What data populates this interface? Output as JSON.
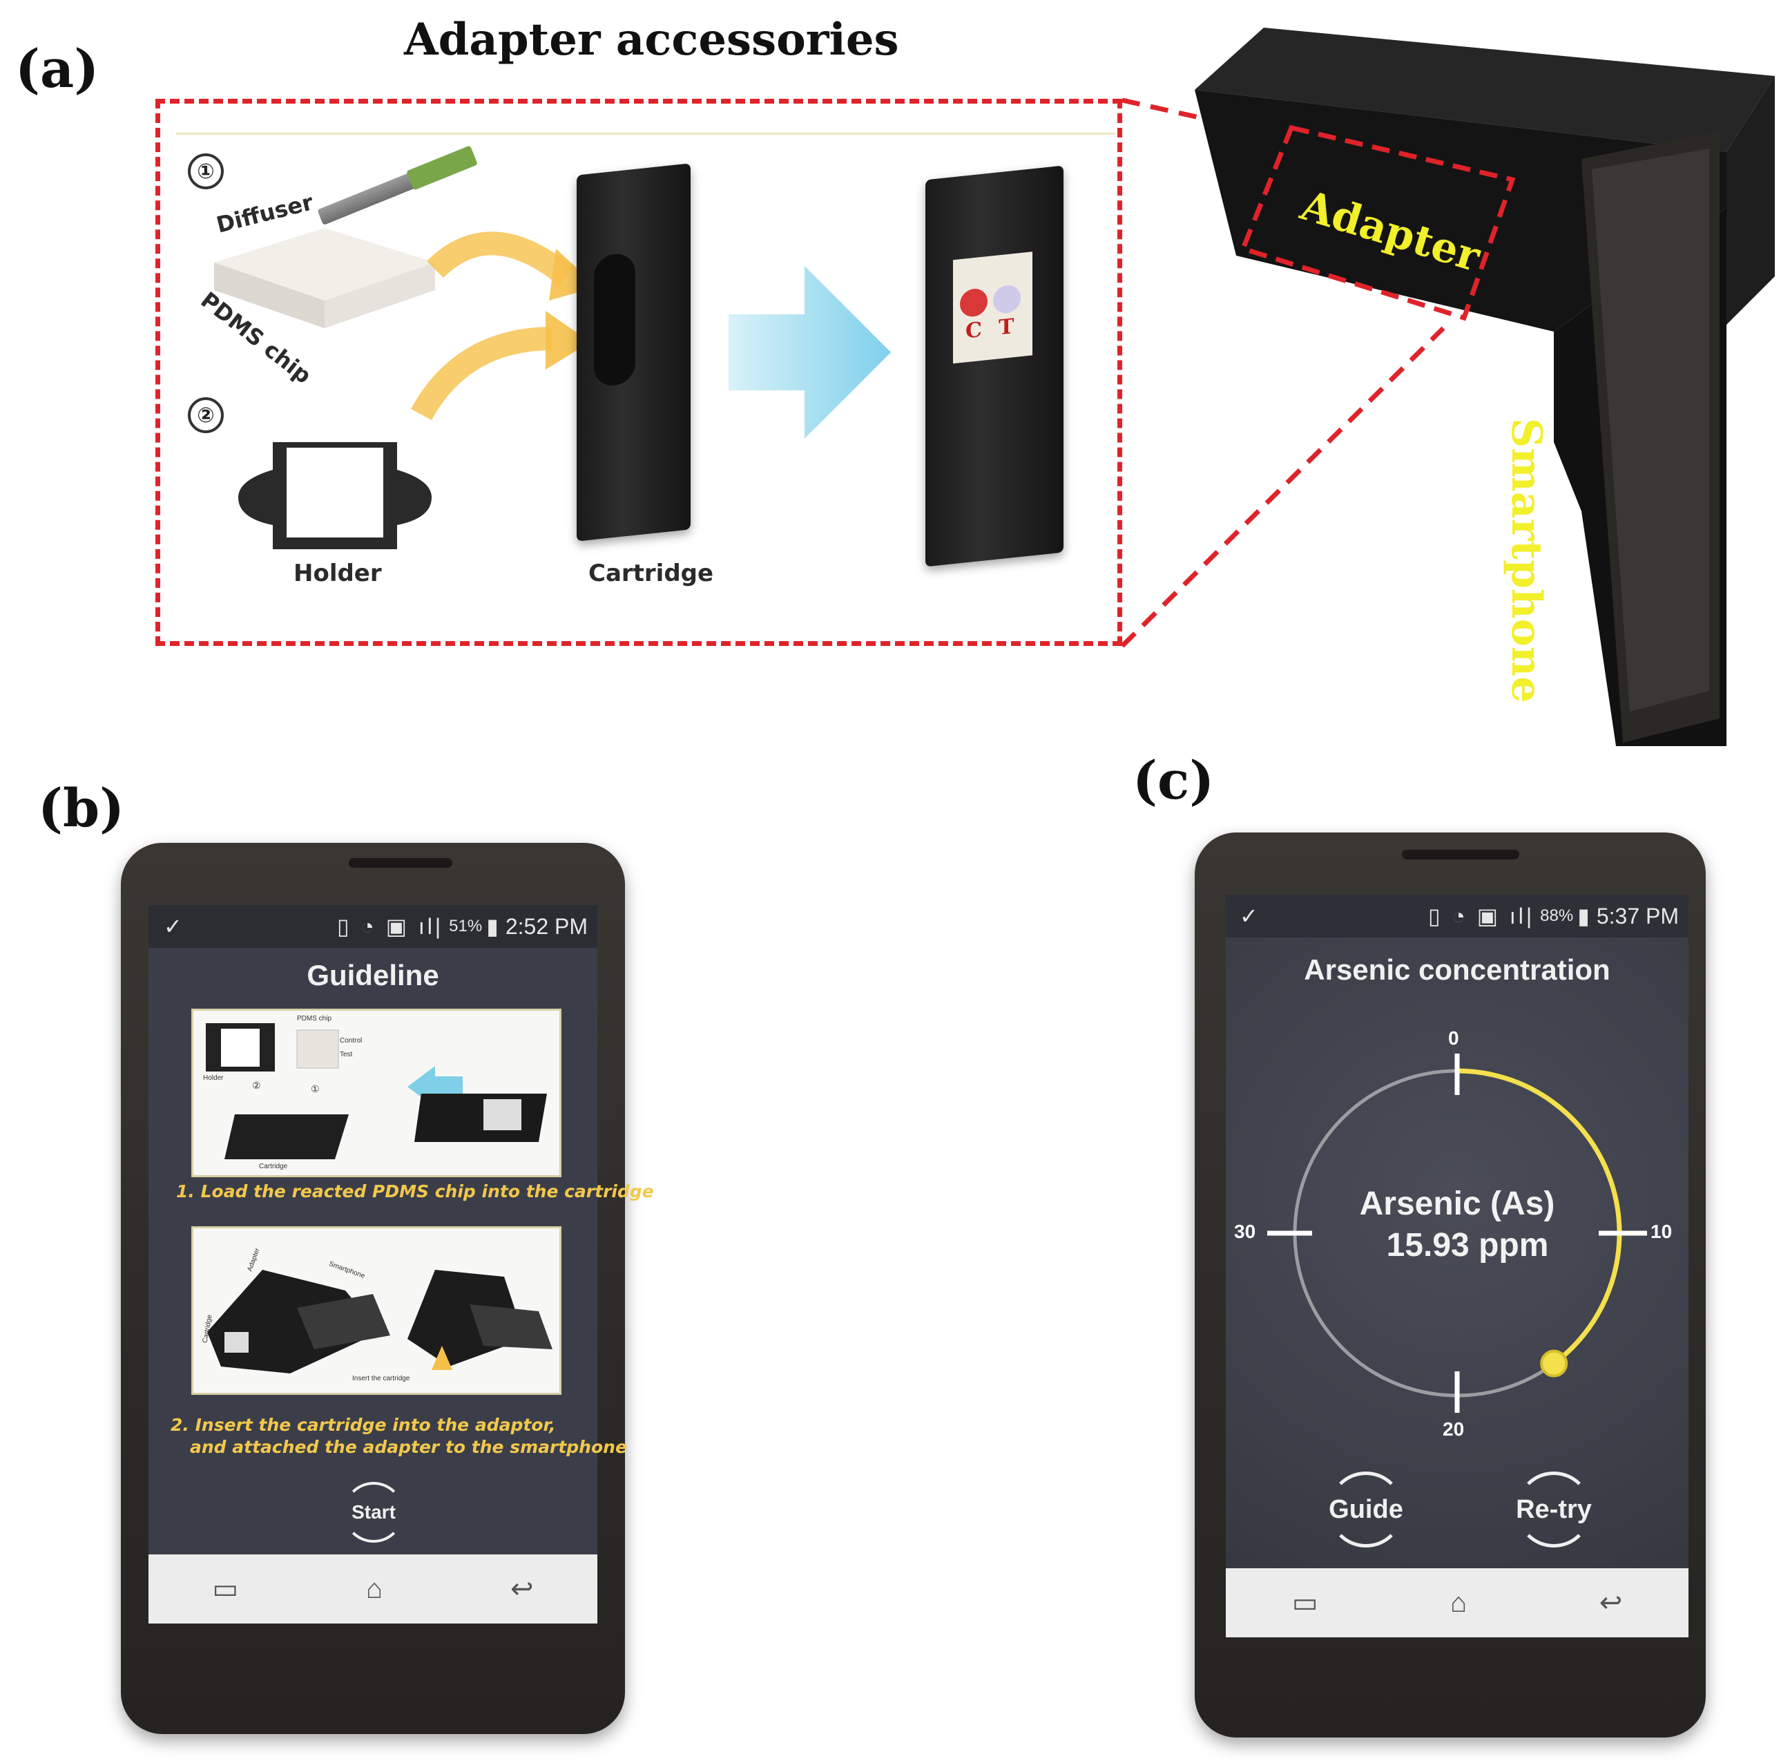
{
  "panel_a": {
    "label": "(a)",
    "title": "Adapter accessories",
    "step1": "①",
    "step2": "②",
    "diffuser": "Diffuser",
    "pdms_chip": "PDMS chip",
    "holder": "Holder",
    "cartridge": "Cartridge",
    "control_mark": "C",
    "test_mark": "T",
    "adapter": "Adapter",
    "smartphone": "Smartphone",
    "colors": {
      "dash": "#e0232a",
      "adapter_text": "#f2ef2b",
      "arrow_yellow": "#f5c04a",
      "arrow_blue": "#8fd6ee"
    }
  },
  "panel_b": {
    "label": "(b)",
    "status": {
      "check": "✓",
      "battery": "51%",
      "time": "2:52 PM"
    },
    "title": "Guideline",
    "img1": {
      "pdms": "PDMS chip",
      "control": "Control",
      "test": "Test",
      "holder": "Holder",
      "cartridge": "Cartridge",
      "n2": "②",
      "n1": "①"
    },
    "step1_text": "1. Load the reacted PDMS chip into the cartridge",
    "img2": {
      "adapter": "Adapter",
      "smartphone": "Smartphone",
      "cartridge": "Cartridge",
      "insert": "Insert the cartridge"
    },
    "step2_line1": "2. Insert the cartridge into the adaptor,",
    "step2_line2": "and attached the adapter to the smartphone",
    "start_button": "Start",
    "nav": {
      "recent": "recent-apps-icon",
      "home": "home-icon",
      "back": "back-icon"
    }
  },
  "panel_c": {
    "label": "(c)",
    "status": {
      "check": "✓",
      "battery": "88%",
      "time": "5:37 PM"
    },
    "title": "Arsenic concentration",
    "gauge": {
      "min": 0,
      "max": 40,
      "value": 15.93,
      "tick_0": "0",
      "tick_10": "10",
      "tick_20": "20",
      "tick_30": "30",
      "arc_color": "#f4e04d"
    },
    "analyte": "Arsenic (As)",
    "reading": "15.93 ppm",
    "guide_button": "Guide",
    "retry_button": "Re-try"
  }
}
